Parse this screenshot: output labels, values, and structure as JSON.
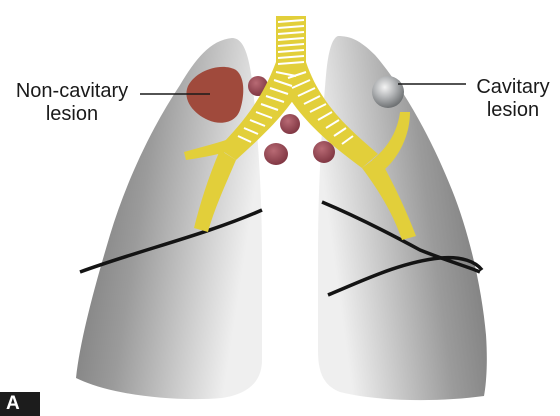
{
  "labels": {
    "non_cavitary": [
      "Non-cavitary",
      "lesion"
    ],
    "cavitary": [
      "Cavitary",
      "lesion"
    ]
  },
  "panel_letter": "A",
  "colors": {
    "lung_light": "#e9e9e9",
    "lung_dark": "#7d7d7d",
    "airway": "#e2cf3a",
    "airway_rings": "#ffffff",
    "lymph_node": "#9c4a55",
    "non_cavitary_lesion": "#a04a3c",
    "cavitary_lesion": "#a9abad",
    "fissure": "#141414"
  }
}
